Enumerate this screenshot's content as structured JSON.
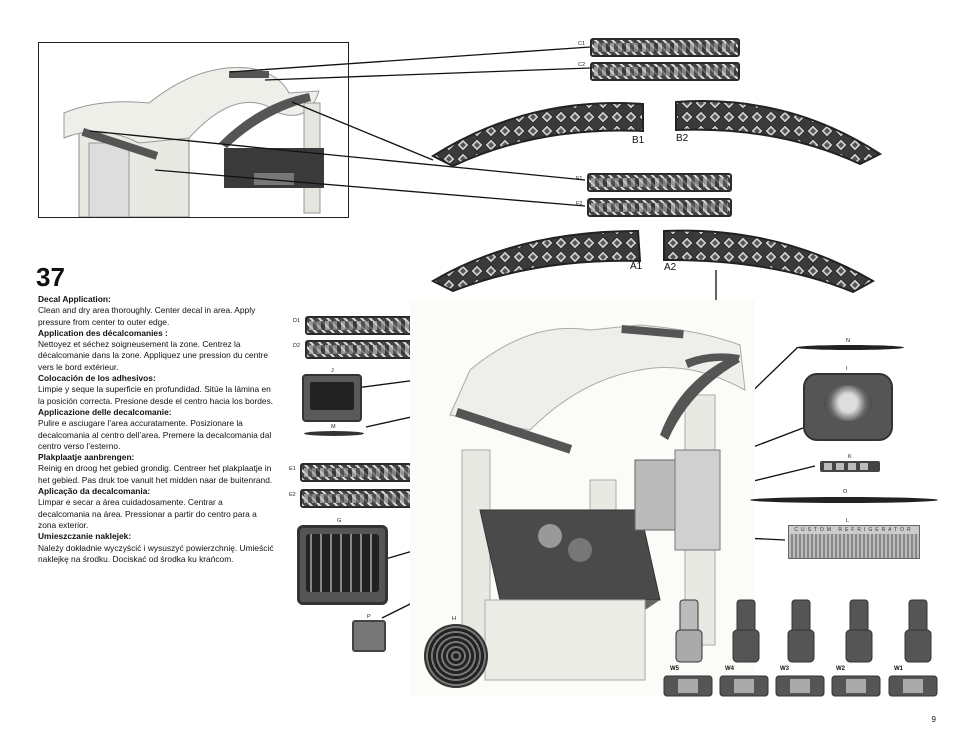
{
  "step": {
    "number": "37"
  },
  "instructions": [
    {
      "heading": "Decal Application:",
      "body": "Clean and dry area thoroughly. Center decal in area. Apply pressure from center to outer edge."
    },
    {
      "heading": "Application des décalcomanies :",
      "body": "Nettoyez et séchez soigneusement la zone. Centrez la décalcomanie dans la zone. Appliquez une pression du centre vers le bord extérieur."
    },
    {
      "heading": "Colocación de los adhesivos:",
      "body": "Limpie y seque la superficie en profundidad. Sitúe la lámina en la posición correcta. Presione desde el centro hacia los bordes."
    },
    {
      "heading": "Applicazione delle decalcomanie:",
      "body": "Pulire e asciugare l’area accuratamente. Posizionare la decalcomania al centro dell’area. Premere la decalcomania dal centro verso l’esterno."
    },
    {
      "heading": "Plakplaatje aanbrengen:",
      "body": "Reinig en droog het gebied grondig. Centreer het plakplaatje in het gebied. Pas druk toe vanuit het midden naar de buitenrand."
    },
    {
      "heading": "Aplicação da decalcomania:",
      "body": "Limpar e secar a área cuidadosamente. Centrar a decalcomania na área. Pressionar a partir do centro para a zona exterior."
    },
    {
      "heading": "Umieszczanie naklejek:",
      "body": "Należy dokładnie wyczyścić i wysuszyć powierzchnię. Umieścić naklejkę na środku. Dociskać od środka ku krańcom."
    }
  ],
  "decal_labels": {
    "c1": "C1",
    "c2": "C2",
    "b1": "B1",
    "b2": "B2",
    "f1": "F1",
    "f2": "F2",
    "a1": "A1",
    "a2": "A2",
    "d1": "D1",
    "d2": "D2",
    "e1": "E1",
    "e2": "E2",
    "j": "J",
    "m": "M",
    "n": "N",
    "i": "I",
    "k": "K",
    "o": "O",
    "l": "L",
    "g": "G",
    "p": "P",
    "h": "H"
  },
  "custom_plate_text": "CUSTOM REFRIGERATOR",
  "w_labels": [
    "W5",
    "W4",
    "W3",
    "W2",
    "W1"
  ],
  "page_number": "9"
}
